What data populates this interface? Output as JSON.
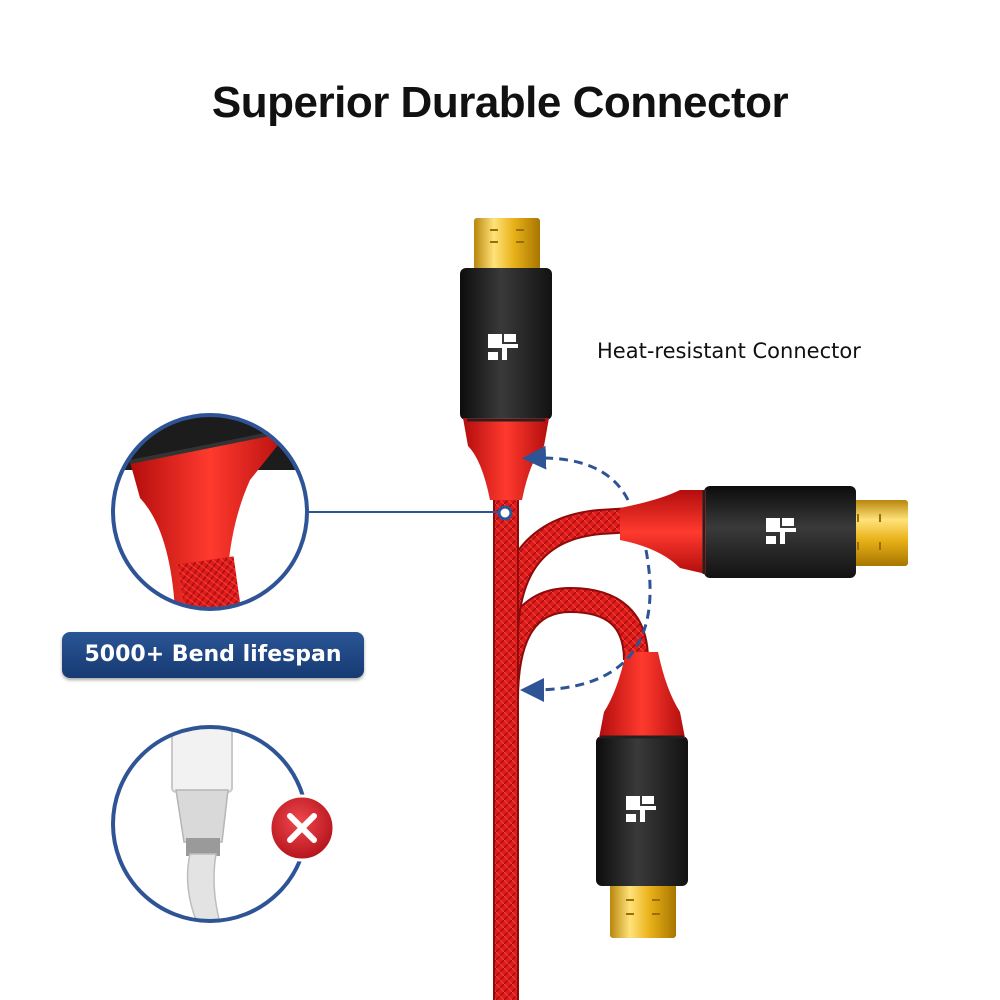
{
  "title": "Superior Durable Connector",
  "callouts": {
    "heat_resistant": "Heat-resistant Connector",
    "bend_lifespan": "5000+ Bend lifespan"
  },
  "icons": {
    "brand_logo": "brand-logo-icon",
    "no_mark": "x-mark-icon"
  },
  "colors": {
    "cable_red": "#e11b1b",
    "connector_black": "#1e1e1e",
    "plug_gold": "#f0c020",
    "accent_blue": "#2f5496",
    "cross_red": "#d3202a"
  }
}
